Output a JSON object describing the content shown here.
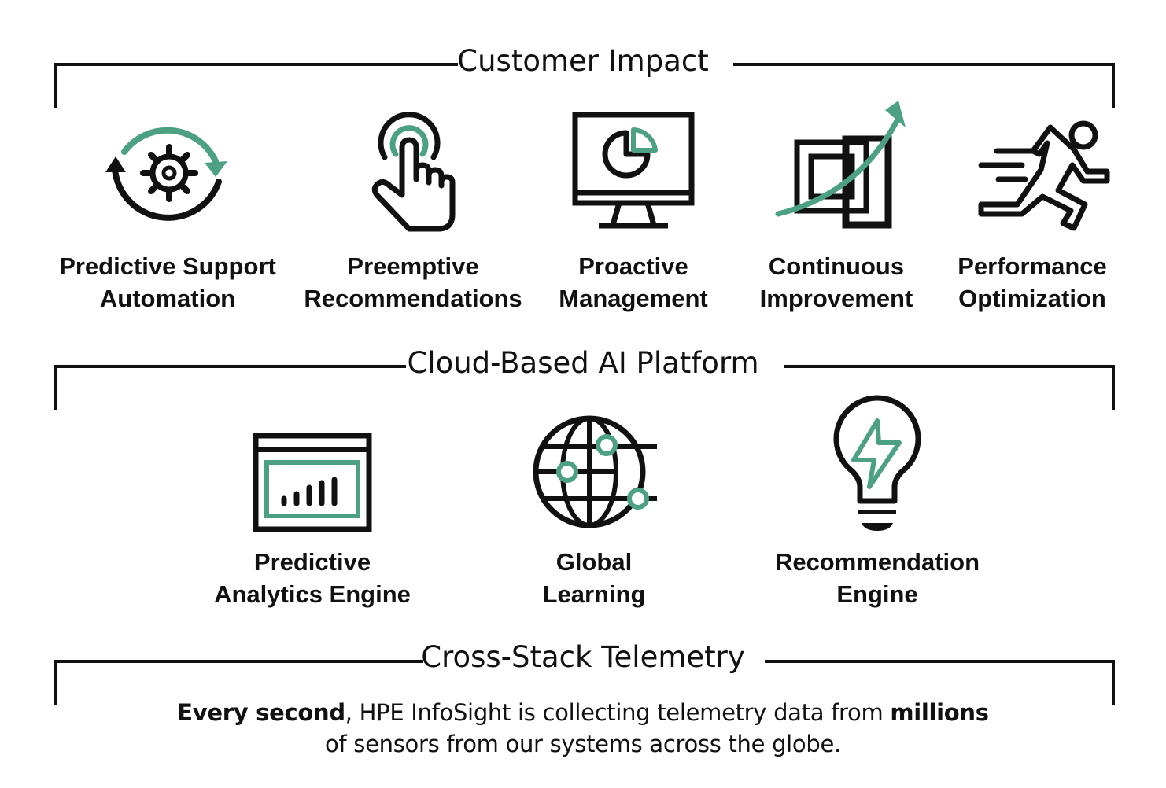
{
  "colors": {
    "accent": "#4da183",
    "ink": "#111111",
    "background": "#ffffff"
  },
  "customer_impact": {
    "title": "Customer Impact",
    "items": [
      {
        "icon": "gear-cycle-icon",
        "line1": "Predictive Support",
        "line2": "Automation"
      },
      {
        "icon": "touch-hand-icon",
        "line1": "Preemptive",
        "line2": "Recommendations"
      },
      {
        "icon": "monitor-chart-icon",
        "line1": "Proactive",
        "line2": "Management"
      },
      {
        "icon": "growth-arrow-icon",
        "line1": "Continuous",
        "line2": "Improvement"
      },
      {
        "icon": "running-person-icon",
        "line1": "Performance",
        "line2": "Optimization"
      }
    ]
  },
  "ai_platform": {
    "title": "Cloud-Based AI Platform",
    "items": [
      {
        "icon": "analytics-screen-icon",
        "line1": "Predictive",
        "line2": "Analytics Engine"
      },
      {
        "icon": "globe-network-icon",
        "line1": "Global",
        "line2": "Learning"
      },
      {
        "icon": "lightbulb-bolt-icon",
        "line1": "Recommendation",
        "line2": "Engine"
      }
    ]
  },
  "telemetry": {
    "title": "Cross-Stack Telemetry",
    "bold1": "Every second",
    "text1": ", HPE InfoSight is collecting telemetry data from ",
    "bold2": "millions",
    "text2": "of sensors from our systems across the globe."
  }
}
